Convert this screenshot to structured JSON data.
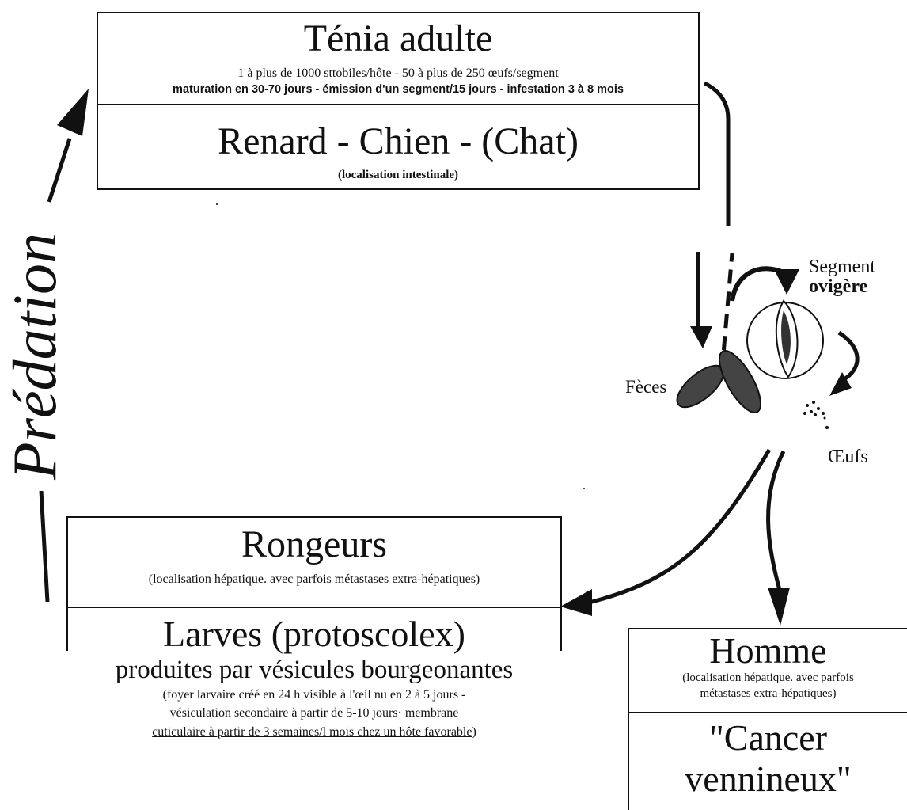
{
  "adult_box": {
    "title": "Ténia adulte",
    "line1": "1 à plus de 1000 sttobiles/hôte - 50 à plus de 250 œufs/segment",
    "line2": "maturation en 30-70 jours - émission d'un segment/15 jours - infestation 3 à 8 mois",
    "hosts": "Renard - Chien - (Chat)",
    "location": "(localisation intestinale)"
  },
  "predation_label": "Prédation",
  "segment_label": [
    "Segment",
    "ovigère"
  ],
  "feces_label": "Fèces",
  "eggs_label": "Œufs",
  "rodent_box": {
    "title": "Rongeurs",
    "location": "(localisation hépatique. avec parfois métastases extra-hépatiques)",
    "larvae_title": "Larves (protoscolex)",
    "larvae_subtitle": "produites par vésicules bourgeonantes",
    "larvae_line1": "(foyer larvaire créé en 24 h visible à l'œil nu en 2 à 5 jours -",
    "larvae_line2": "vésiculation secondaire à partir de 5-10 jours· membrane",
    "larvae_line3": "cuticulaire à partir de 3 semaines/l mois chez un hôte favorable)"
  },
  "human_box": {
    "title": "Homme",
    "location_line1": "(localisation hépatique. avec parfois",
    "location_line2": "métastases extra-hépatiques)",
    "disease_line1": "\"Cancer",
    "disease_line2": "vennineux\""
  }
}
